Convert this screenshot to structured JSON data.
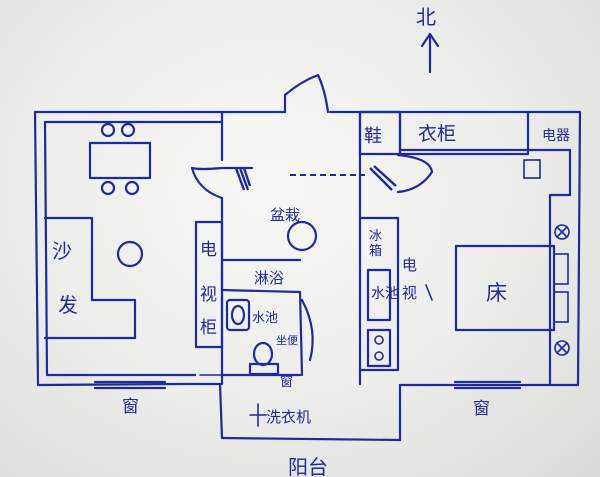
{
  "north_label": "北",
  "rooms": {
    "sofa": "沙发",
    "bed": "床"
  },
  "furniture": {
    "shoe_cabinet": "鞋",
    "wardrobe": "衣柜",
    "tv_cabinet_left": "电视柜",
    "tv_cabinet_right": "电视",
    "fridge": "冰箱",
    "washbasin": "盆栽",
    "shower": "淋浴",
    "sink": "水池",
    "toilet": "坐便",
    "washing_machine": "洗衣机",
    "appliance": "电器"
  },
  "windows": {
    "living_room": "窗",
    "bedroom": "窗",
    "bathroom": "窗"
  },
  "bottom_text": "阳台"
}
